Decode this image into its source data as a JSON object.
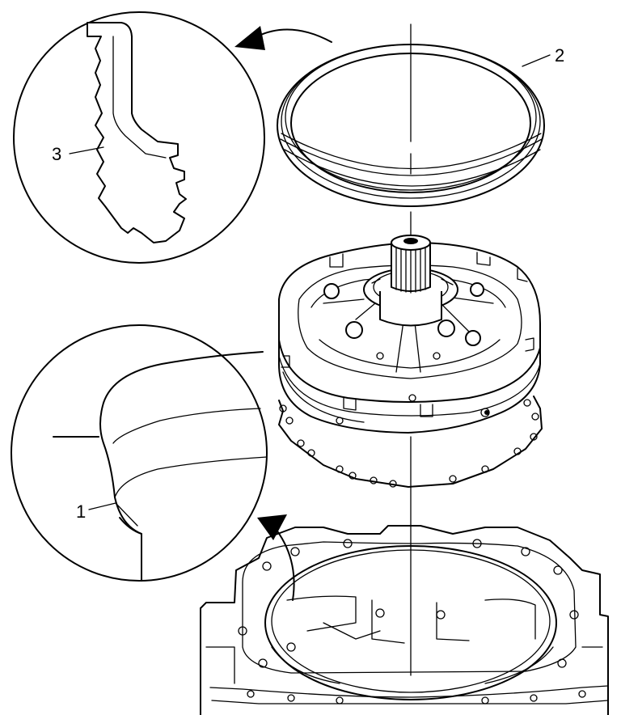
{
  "callouts": {
    "c1": "1",
    "c2": "2",
    "c3": "3"
  },
  "colors": {
    "line": "#000000",
    "background": "#ffffff"
  }
}
